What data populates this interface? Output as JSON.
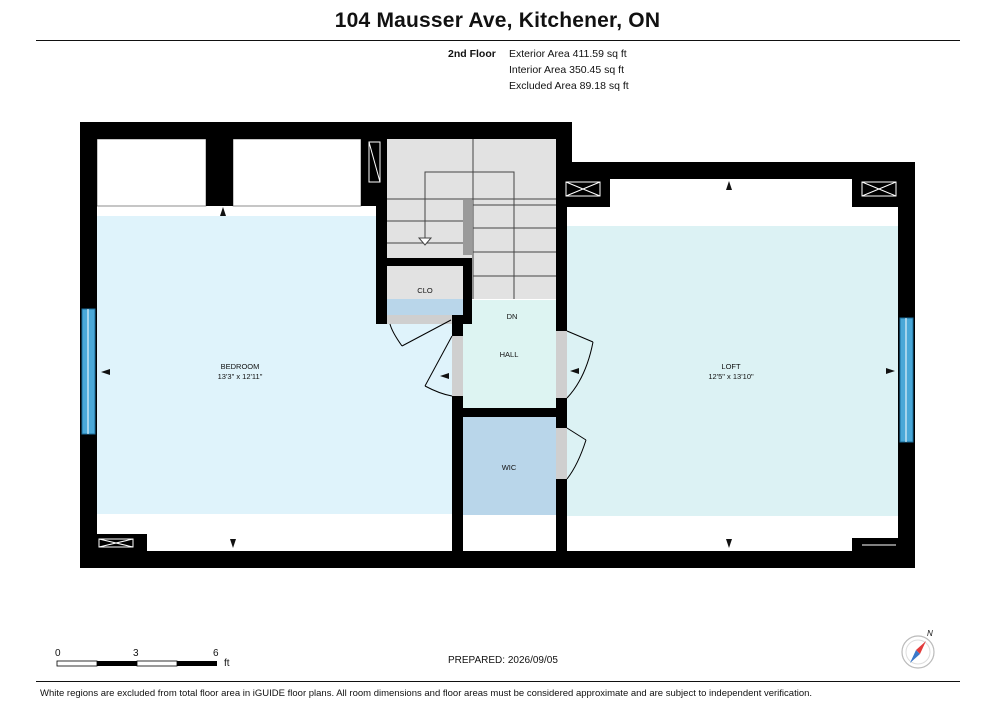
{
  "header": {
    "title": "104 Mausser Ave, Kitchener, ON"
  },
  "floor_info": {
    "floor_name": "2nd Floor",
    "exterior_area": "Exterior Area 411.59 sq ft",
    "interior_area": "Interior Area 350.45 sq ft",
    "excluded_area": "Excluded Area 89.18 sq ft"
  },
  "rooms": {
    "bedroom": {
      "name": "BEDROOM",
      "dims": "13'3\" x 12'11\""
    },
    "loft": {
      "name": "LOFT",
      "dims": "12'5\" x 13'10\""
    },
    "closet": {
      "name": "CLO"
    },
    "hall": {
      "name": "HALL"
    },
    "stairs": {
      "name": "DN"
    },
    "walk_in_closet": {
      "name": "WIC"
    }
  },
  "scale_bar": {
    "labels": [
      "0",
      "3",
      "6"
    ],
    "unit": "ft"
  },
  "compass": {
    "label": "N"
  },
  "prepared": "PREPARED: 2026/09/05",
  "footer": {
    "note": "White regions are excluded from total floor area in iGUIDE floor plans. All room dimensions and floor areas must be considered approximate and are subject to independent verification."
  },
  "colors": {
    "wall": "#000000",
    "bedroom_fill": "#dff3fb",
    "loft_fill": "#dcf2f4",
    "hall_fill": "#ddf4f2",
    "closet_fill": "#b9d6ea",
    "stairs_fill": "#e2e2e2",
    "window": "#4aa8d8",
    "door_jamb": "#cfcfcf"
  }
}
